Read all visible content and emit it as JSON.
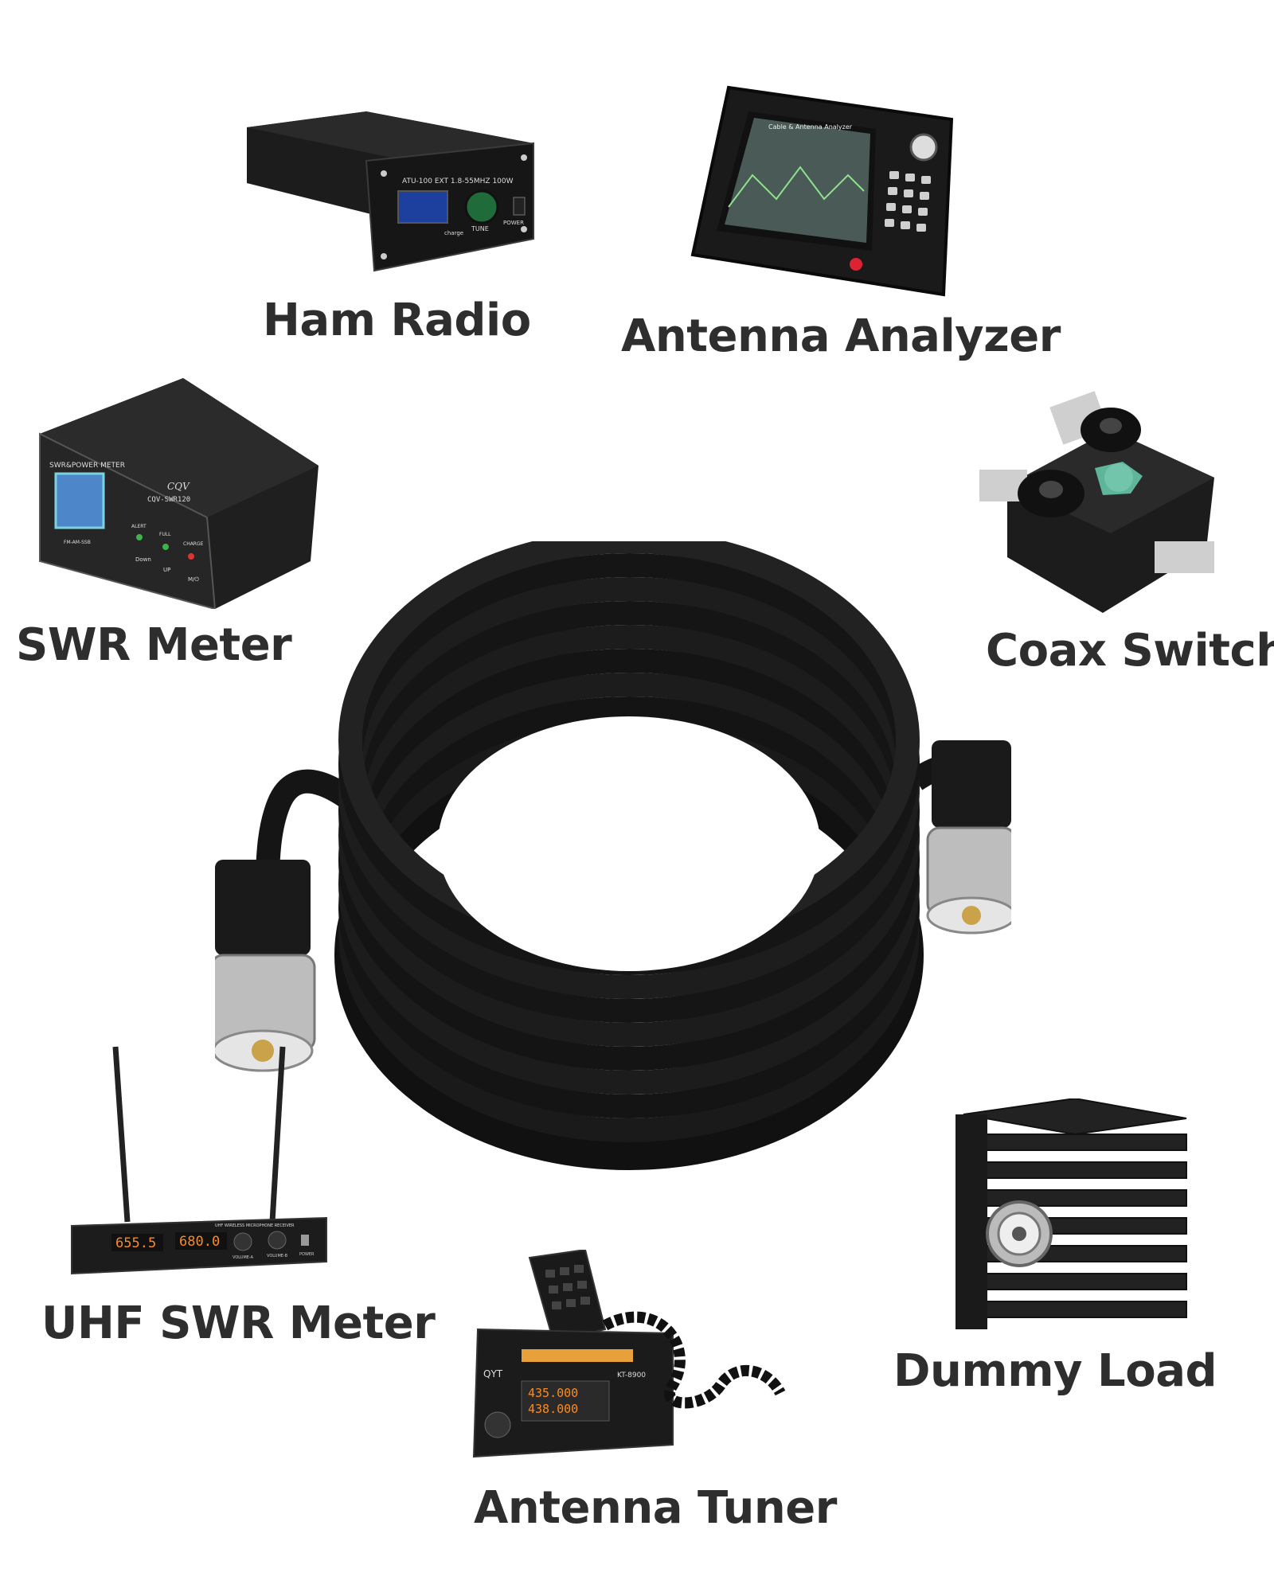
{
  "devices": {
    "ham_radio": {
      "label": "Ham Radio",
      "panel_text": "ATU-100 EXT 1.8-55MHZ 100W",
      "knob_label": "TUNE",
      "power_label": "POWER",
      "charge_label": "charge"
    },
    "antenna_analyzer": {
      "label": "Antenna Analyzer",
      "screen_title": "Cable & Antenna Analyzer"
    },
    "swr_meter": {
      "label": "SWR Meter",
      "title": "SWR&POWER METER",
      "brand": "CQV",
      "model": "CQV-SWR120",
      "alert": "ALERT",
      "full": "FULL",
      "charge": "CHARGE",
      "down": "Down",
      "up": "UP",
      "mode": "M/⏻",
      "band": "FM-AM-SSB"
    },
    "coax_switch": {
      "label": "Coax Switch"
    },
    "uhf_swr_meter": {
      "label": "UHF SWR Meter",
      "freq_a": "655.5",
      "freq_b": "680.0",
      "header": "UHF WIRELESS MICROPHONE RECEIVER",
      "vol_a": "VOLUME-A",
      "vol_b": "VOLUME-B",
      "power": "POWER"
    },
    "dummy_load": {
      "label": "Dummy Load"
    },
    "antenna_tuner": {
      "label": "Antenna Tuner",
      "brand": "QYT",
      "model": "KT-8900",
      "line1": "435.000",
      "line2": "438.000"
    }
  },
  "colors": {
    "label_text": "#2e2e2e",
    "cable": "#151515",
    "background": "#ffffff",
    "lcd_orange": "#ff8a1e",
    "knob_green": "#1f6b3a",
    "switch_knob": "#5fb59a"
  }
}
